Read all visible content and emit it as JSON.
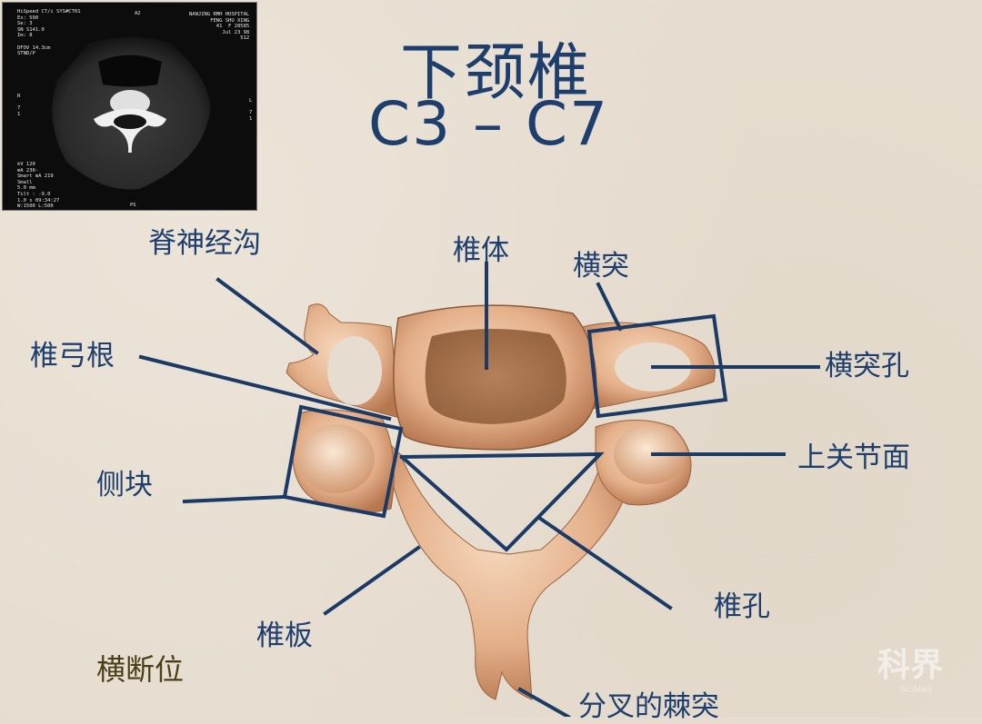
{
  "title": {
    "main": "下颈椎",
    "range": "C3 – C7"
  },
  "ct_inset": {
    "top_left": "HiSpeed CT/i SYS#CT01\nEx: 590\nSe: 3\nSN S141.0\nIm: 8\n\nDFOV 14.3cm\nSTND/P",
    "top_center": "A2",
    "top_right": "NANJING RMH HOSPITAL\nFENG SHU XING\n41  F 28585\nJul 23 98\n512",
    "left_marks": "R\n\n7\n1",
    "right_marks": "L\n\n7\n1",
    "bottom_left": "kV 120\nmA 230-\nSmart mA 219\nSmall\n5.0 mm\nTilt : -9.0\n1.0 s 09:34:27\nW:1500 L:500",
    "bottom_center": "PS"
  },
  "labels": {
    "spinal_nerve_groove": "脊神经沟",
    "vertebral_body": "椎体",
    "transverse_process": "横突",
    "pedicle": "椎弓根",
    "transverse_foramen": "横突孔",
    "superior_articular_facet": "上关节面",
    "lateral_mass": "侧块",
    "lamina": "椎板",
    "vertebral_foramen": "椎孔",
    "bifid_spinous_process": "分叉的棘突"
  },
  "view_label": "横断位",
  "watermark": {
    "main": "科界",
    "sub": "SciMall"
  },
  "colors": {
    "label_blue": "#1e3f6e",
    "line_blue": "#1b3a66",
    "bone": "#e6b690",
    "bone_shadow": "#b87a52",
    "body_core": "#a8734e",
    "background": "#e6ddd0",
    "view_label": "#4a3f16"
  }
}
